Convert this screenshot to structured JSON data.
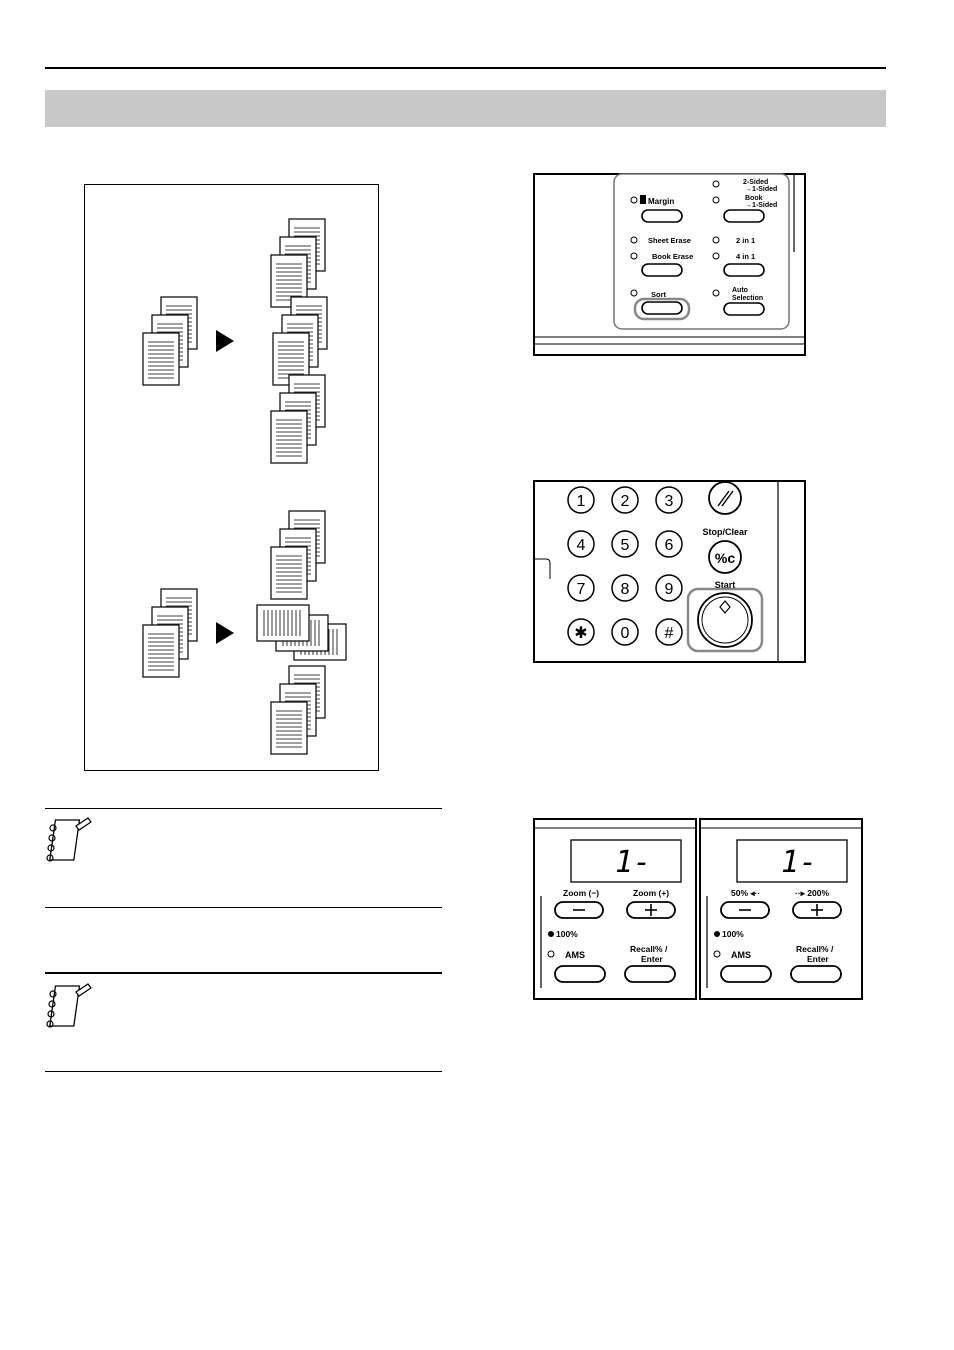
{
  "copy_panel": {
    "margin": "Margin",
    "two_sided_line1": "2-Sided",
    "two_sided_line2": "→1-Sided",
    "book_line1": "Book",
    "book_line2": "→1-Sided",
    "sheet_erase": "Sheet Erase",
    "book_erase": "Book Erase",
    "two_in_one": "2 in 1",
    "four_in_one": "4 in 1",
    "sort": "Sort",
    "auto_line1": "Auto",
    "auto_line2": "Selection"
  },
  "keypad": {
    "keys": [
      "1",
      "2",
      "3",
      "4",
      "5",
      "6",
      "7",
      "8",
      "9",
      "✱",
      "0",
      "#"
    ],
    "stop_clear": "Stop/Clear",
    "start": "Start",
    "clear_glyph": "%c"
  },
  "display_left": {
    "readout": "1-",
    "zoom_minus": "Zoom (−)",
    "zoom_plus": "Zoom (+)",
    "indicator_100": "100%",
    "ams": "AMS",
    "recall_line1": "Recall% /",
    "recall_line2": "Enter"
  },
  "display_right": {
    "readout": "1-",
    "zoom_minus": "50% ◂··",
    "zoom_plus": "··▸ 200%",
    "indicator_100": "100%",
    "ams": "AMS",
    "recall_line1": "Recall% /",
    "recall_line2": "Enter"
  },
  "icons": {
    "arrow": "right-triangle-arrow",
    "note": "notepad-pencil-icon"
  }
}
